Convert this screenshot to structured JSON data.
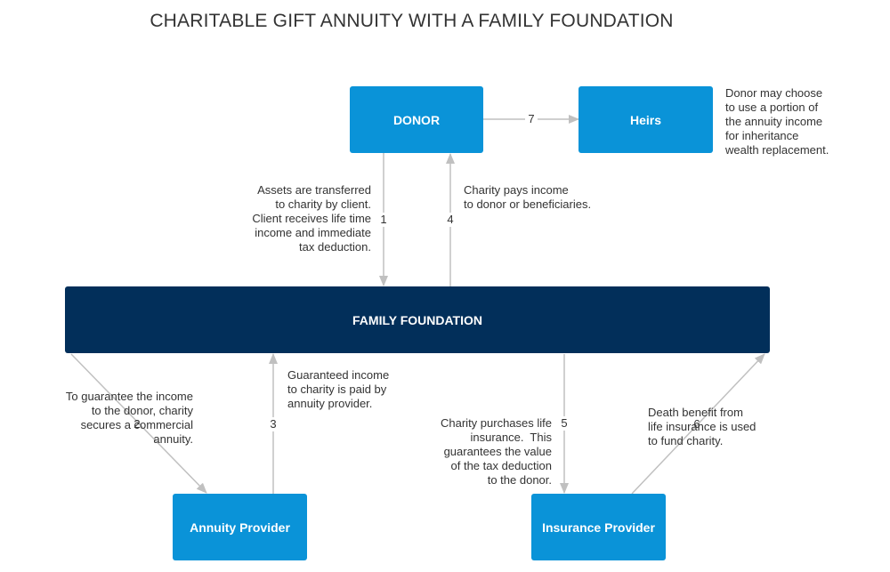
{
  "title": "CHARITABLE GIFT ANNUITY WITH A FAMILY FOUNDATION",
  "colors": {
    "node_light": "#0a93d8",
    "node_dark": "#022f5a",
    "node_text": "#ffffff",
    "connector": "#c0c0c0",
    "text": "#333333"
  },
  "nodes": {
    "donor": "DONOR",
    "heirs": "Heirs",
    "foundation": "FAMILY FOUNDATION",
    "annuity_provider": "Annuity Provider",
    "insurance_provider": "Insurance Provider"
  },
  "steps": {
    "s1": "1",
    "s2": "2",
    "s3": "3",
    "s4": "4",
    "s5": "5",
    "s6": "6",
    "s7": "7"
  },
  "notes": {
    "assets_transferred": "Assets are transferred\nto charity by client.\nClient receives life time\nincome and immediate\ntax deduction.",
    "charity_pays_income": "Charity pays income\nto donor or beneficiaries.",
    "heirs_note": "Donor may choose\nto use a portion of\nthe annuity income\nfor inheritance\nwealth replacement.",
    "commercial_annuity": "To guarantee the income\nto the donor, charity\nsecures a commercial\nannuity.",
    "guaranteed_income": "Guaranteed income\nto charity is paid by\nannuity provider.",
    "life_insurance": "Charity purchases life\ninsurance.  This\nguarantees the value\nof the tax deduction\nto the donor.",
    "death_benefit": "Death benefit from\nlife insurance is used\nto fund charity."
  }
}
